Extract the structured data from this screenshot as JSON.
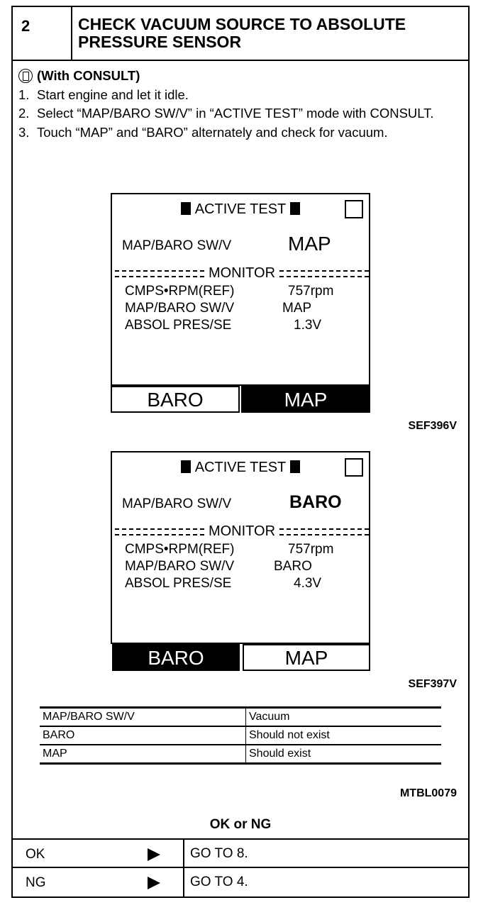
{
  "header": {
    "step": "2",
    "title": "CHECK VACUUM SOURCE TO ABSOLUTE PRESSURE SENSOR"
  },
  "intro": {
    "mode_icon": "consult-icon",
    "mode": "(With CONSULT)",
    "steps": [
      {
        "n": "1.",
        "text": "Start engine and let it idle."
      },
      {
        "n": "2.",
        "text": "Select “MAP/BARO SW/V” in “ACTIVE TEST” mode with CONSULT."
      },
      {
        "n": "3.",
        "text": "Touch “MAP” and “BARO” alternately and check for vacuum."
      }
    ]
  },
  "screens": [
    {
      "title": "ACTIVE TEST",
      "item_label": "MAP/BARO  SW/V",
      "item_value": "MAP",
      "monitor": "MONITOR",
      "rows": [
        {
          "label": "CMPS•RPM(REF)",
          "value": "757rpm"
        },
        {
          "label": "MAP/BARO SW/V",
          "value": "MAP"
        },
        {
          "label": "ABSOL PRES/SE",
          "value": "1.3V"
        }
      ],
      "buttons": [
        {
          "label": "BARO",
          "active": false
        },
        {
          "label": "MAP",
          "active": true
        }
      ],
      "figure": "SEF396V"
    },
    {
      "title": "ACTIVE TEST",
      "item_label": "MAP/BARO  SW/V",
      "item_value": "BARO",
      "monitor": "MONITOR",
      "rows": [
        {
          "label": "CMPS•RPM(REF)",
          "value": "757rpm"
        },
        {
          "label": "MAP/BARO SW/V",
          "value": "BARO"
        },
        {
          "label": "ABSOL PRES/SE",
          "value": "4.3V"
        }
      ],
      "buttons": [
        {
          "label": "BARO",
          "active": true
        },
        {
          "label": "MAP",
          "active": false
        }
      ],
      "figure": "SEF397V"
    }
  ],
  "vacuum_table": {
    "headers": [
      "MAP/BARO SW/V",
      "Vacuum"
    ],
    "rows": [
      [
        "BARO",
        "Should not exist"
      ],
      [
        "MAP",
        "Should exist"
      ]
    ],
    "figure": "MTBL0079"
  },
  "result": {
    "title": "OK or NG",
    "rows": [
      {
        "label": "OK",
        "action": "GO TO 8."
      },
      {
        "label": "NG",
        "action": "GO TO 4."
      }
    ]
  }
}
